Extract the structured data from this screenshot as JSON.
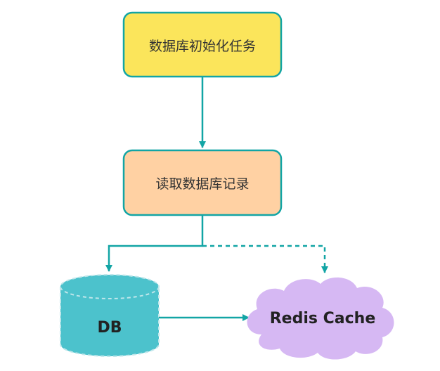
{
  "diagram": {
    "nodes": {
      "init_task": {
        "label": "数据库初始化任务",
        "fill": "#FBE55B",
        "stroke": "#12A5A5"
      },
      "read_records": {
        "label": "读取数据库记录",
        "fill": "#FFD1A3",
        "stroke": "#12A5A5"
      },
      "db": {
        "label": "DB",
        "fill": "#4CC2CC",
        "stroke": "#BFE6EA"
      },
      "redis": {
        "label": "Redis Cache",
        "fill": "#D6B8F3"
      }
    },
    "colors": {
      "connector": "#12A5A5"
    }
  }
}
